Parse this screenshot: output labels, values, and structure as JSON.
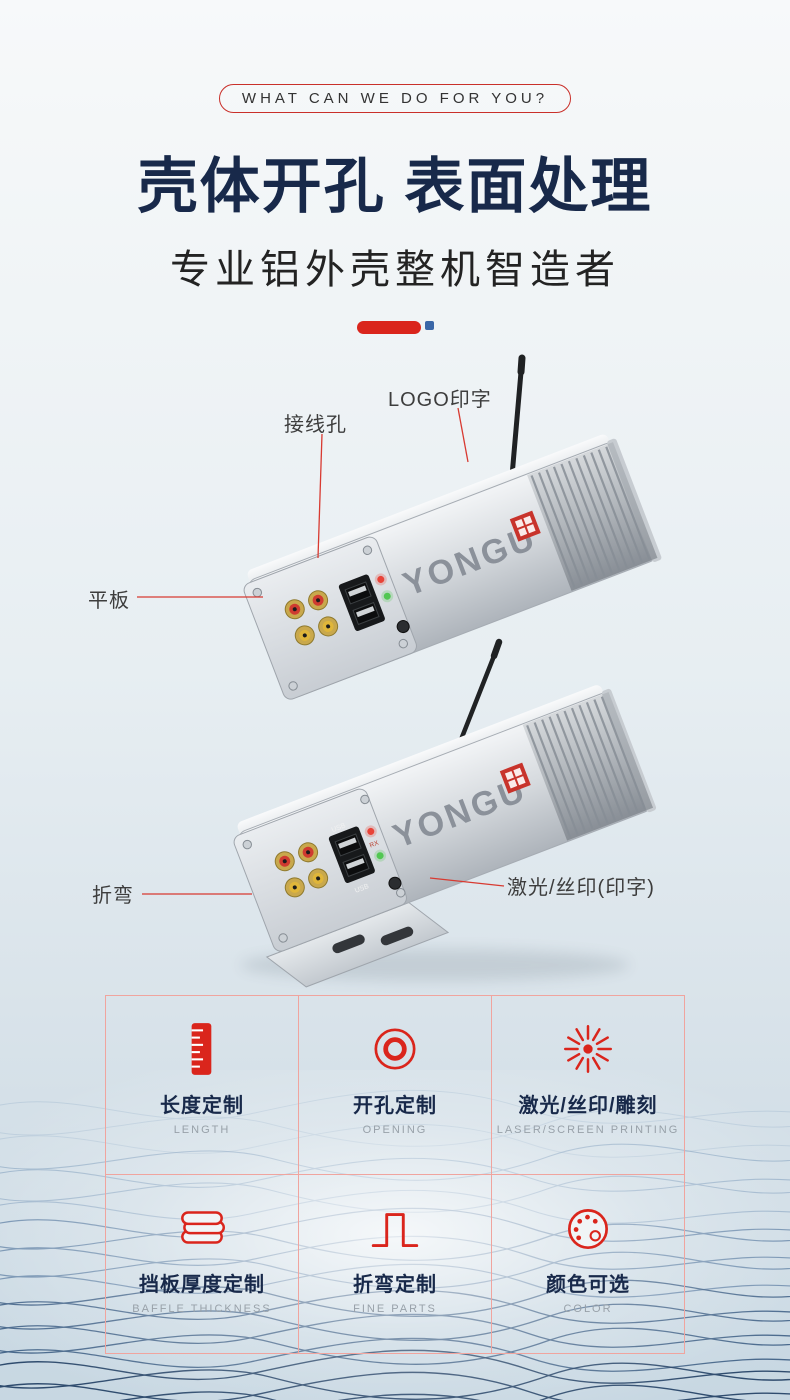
{
  "header": {
    "badge": "WHAT CAN WE DO FOR YOU?",
    "title": "壳体开孔 表面处理",
    "subtitle": "专业铝外壳整机智造者"
  },
  "product": {
    "brand": "YONGU",
    "callouts": {
      "logo_print": "LOGO印字",
      "wire_hole": "接线孔",
      "flat_panel": "平板",
      "bend": "折弯",
      "laser_silk": "激光/丝印(印字)"
    },
    "port_labels": {
      "usb": "USB",
      "rx": "RX"
    }
  },
  "features": {
    "items": [
      {
        "icon": "ruler-icon",
        "title": "长度定制",
        "subtitle": "LENGTH"
      },
      {
        "icon": "hole-icon",
        "title": "开孔定制",
        "subtitle": "OPENING"
      },
      {
        "icon": "laser-icon",
        "title": "激光/丝印/雕刻",
        "subtitle": "LASER/SCREEN PRINTING"
      },
      {
        "icon": "baffle-icon",
        "title": "挡板厚度定制",
        "subtitle": "BAFFLE THICKNESS"
      },
      {
        "icon": "bend-icon",
        "title": "折弯定制",
        "subtitle": "FINE PARTS"
      },
      {
        "icon": "palette-icon",
        "title": "颜色可选",
        "subtitle": "COLOR"
      }
    ]
  },
  "colors": {
    "accent_red": "#da251c",
    "title_navy": "#18294a",
    "grid_line": "#f0a49e",
    "wave_blue": "#1f3d62"
  }
}
